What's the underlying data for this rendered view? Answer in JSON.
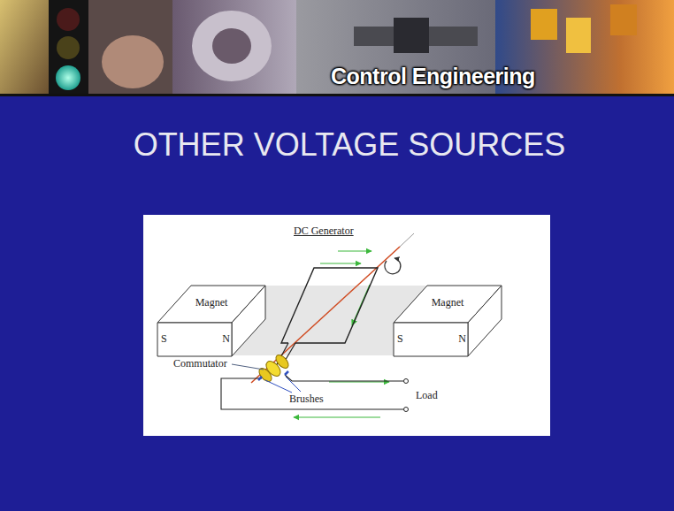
{
  "diagram": {
    "title": "OTHER VOLTAGE SOURCES",
    "nodes": [
      {
        "text": [
          "Magnet",
          "S",
          "N"
        ]
      },
      {
        "text": [
          "Magnet",
          "S",
          "N"
        ]
      }
    ],
    "labels": [
      "Control Engineering",
      "DC Generator",
      "Commutator",
      "Brushes",
      "Load"
    ]
  }
}
